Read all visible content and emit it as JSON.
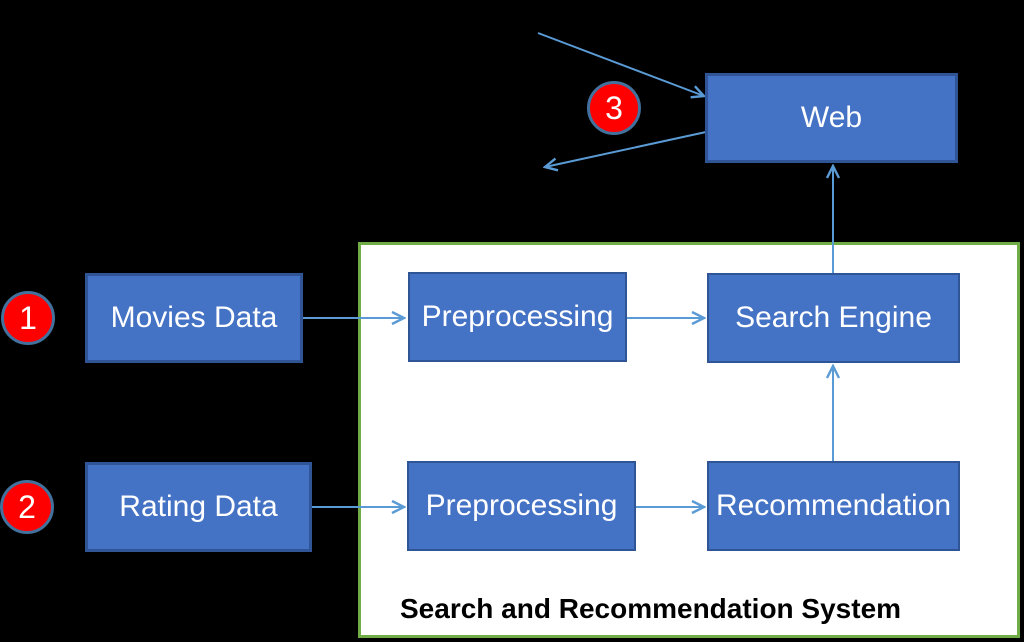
{
  "diagram": {
    "panel": {
      "title": "Search and Recommendation System"
    },
    "nodes": {
      "web": {
        "label": "Web"
      },
      "movies_data": {
        "label": "Movies Data"
      },
      "rating_data": {
        "label": "Rating Data"
      },
      "preprocessing_top": {
        "label": "Preprocessing"
      },
      "search_engine": {
        "label": "Search Engine"
      },
      "preprocessing_bottom": {
        "label": "Preprocessing"
      },
      "recommendation": {
        "label": "Recommendation"
      }
    },
    "badges": [
      {
        "label": "1"
      },
      {
        "label": "2"
      },
      {
        "label": "3"
      }
    ],
    "connections": [
      {
        "from": "movies_data",
        "to": "preprocessing_top"
      },
      {
        "from": "preprocessing_top",
        "to": "search_engine"
      },
      {
        "from": "rating_data",
        "to": "preprocessing_bottom"
      },
      {
        "from": "preprocessing_bottom",
        "to": "recommendation"
      },
      {
        "from": "recommendation",
        "to": "search_engine"
      },
      {
        "from": "search_engine",
        "to": "web"
      },
      {
        "from": "offscreen_upper_left",
        "to": "web"
      },
      {
        "from": "web",
        "to": "offscreen_lower_left"
      }
    ],
    "colors": {
      "background": "#000000",
      "node_fill": "#4472C4",
      "node_border": "#2F5597",
      "node_text": "#FFFFFF",
      "arrow": "#5B9BD5",
      "badge_fill": "#FF0000",
      "badge_border": "#41719C",
      "badge_text": "#FFFFFF",
      "panel_border": "#70AD47",
      "panel_fill": "#FFFFFF",
      "title_text": "#000000"
    }
  }
}
